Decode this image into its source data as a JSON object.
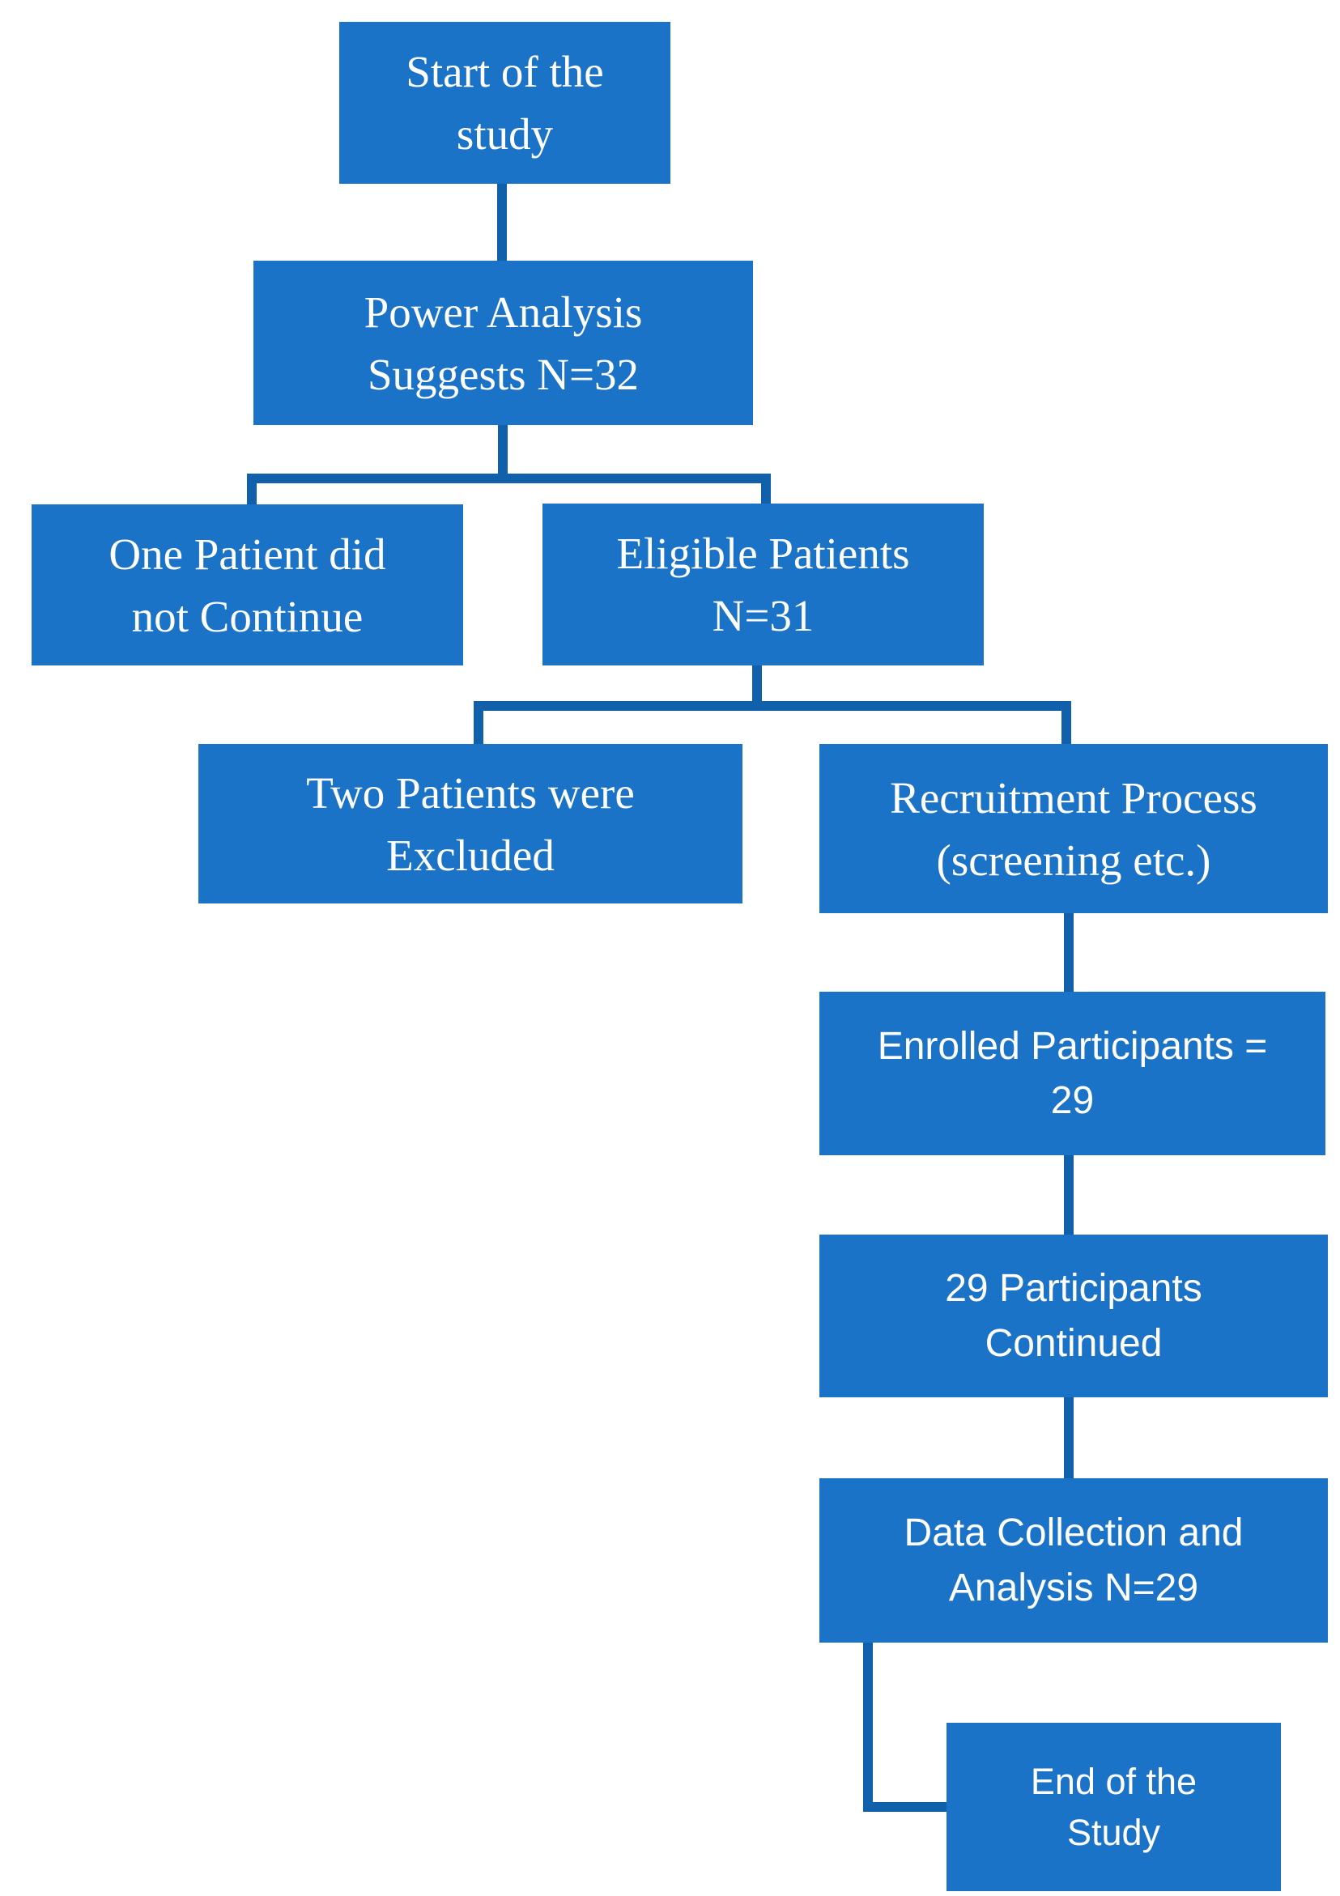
{
  "diagram": {
    "type": "flowchart",
    "colors": {
      "node_fill": "#1b73c7",
      "connector": "#1160ab",
      "node_text": "#ffffff",
      "background": "#ffffff"
    },
    "nodes": [
      {
        "id": "start",
        "label": "Start of the\nstudy"
      },
      {
        "id": "power-analysis",
        "label": "Power Analysis\nSuggests N=32"
      },
      {
        "id": "one-patient",
        "label": "One Patient did\nnot Continue"
      },
      {
        "id": "eligible",
        "label": "Eligible Patients\nN=31"
      },
      {
        "id": "two-patients",
        "label": "Two Patients were\nExcluded"
      },
      {
        "id": "recruitment",
        "label": "Recruitment Process\n(screening etc.)"
      },
      {
        "id": "enrolled",
        "label": "Enrolled Participants =\n29"
      },
      {
        "id": "continued",
        "label": "29 Participants\nContinued"
      },
      {
        "id": "data-collection",
        "label": "Data Collection and\nAnalysis N=29"
      },
      {
        "id": "end",
        "label": "End of the\nStudy"
      }
    ]
  }
}
